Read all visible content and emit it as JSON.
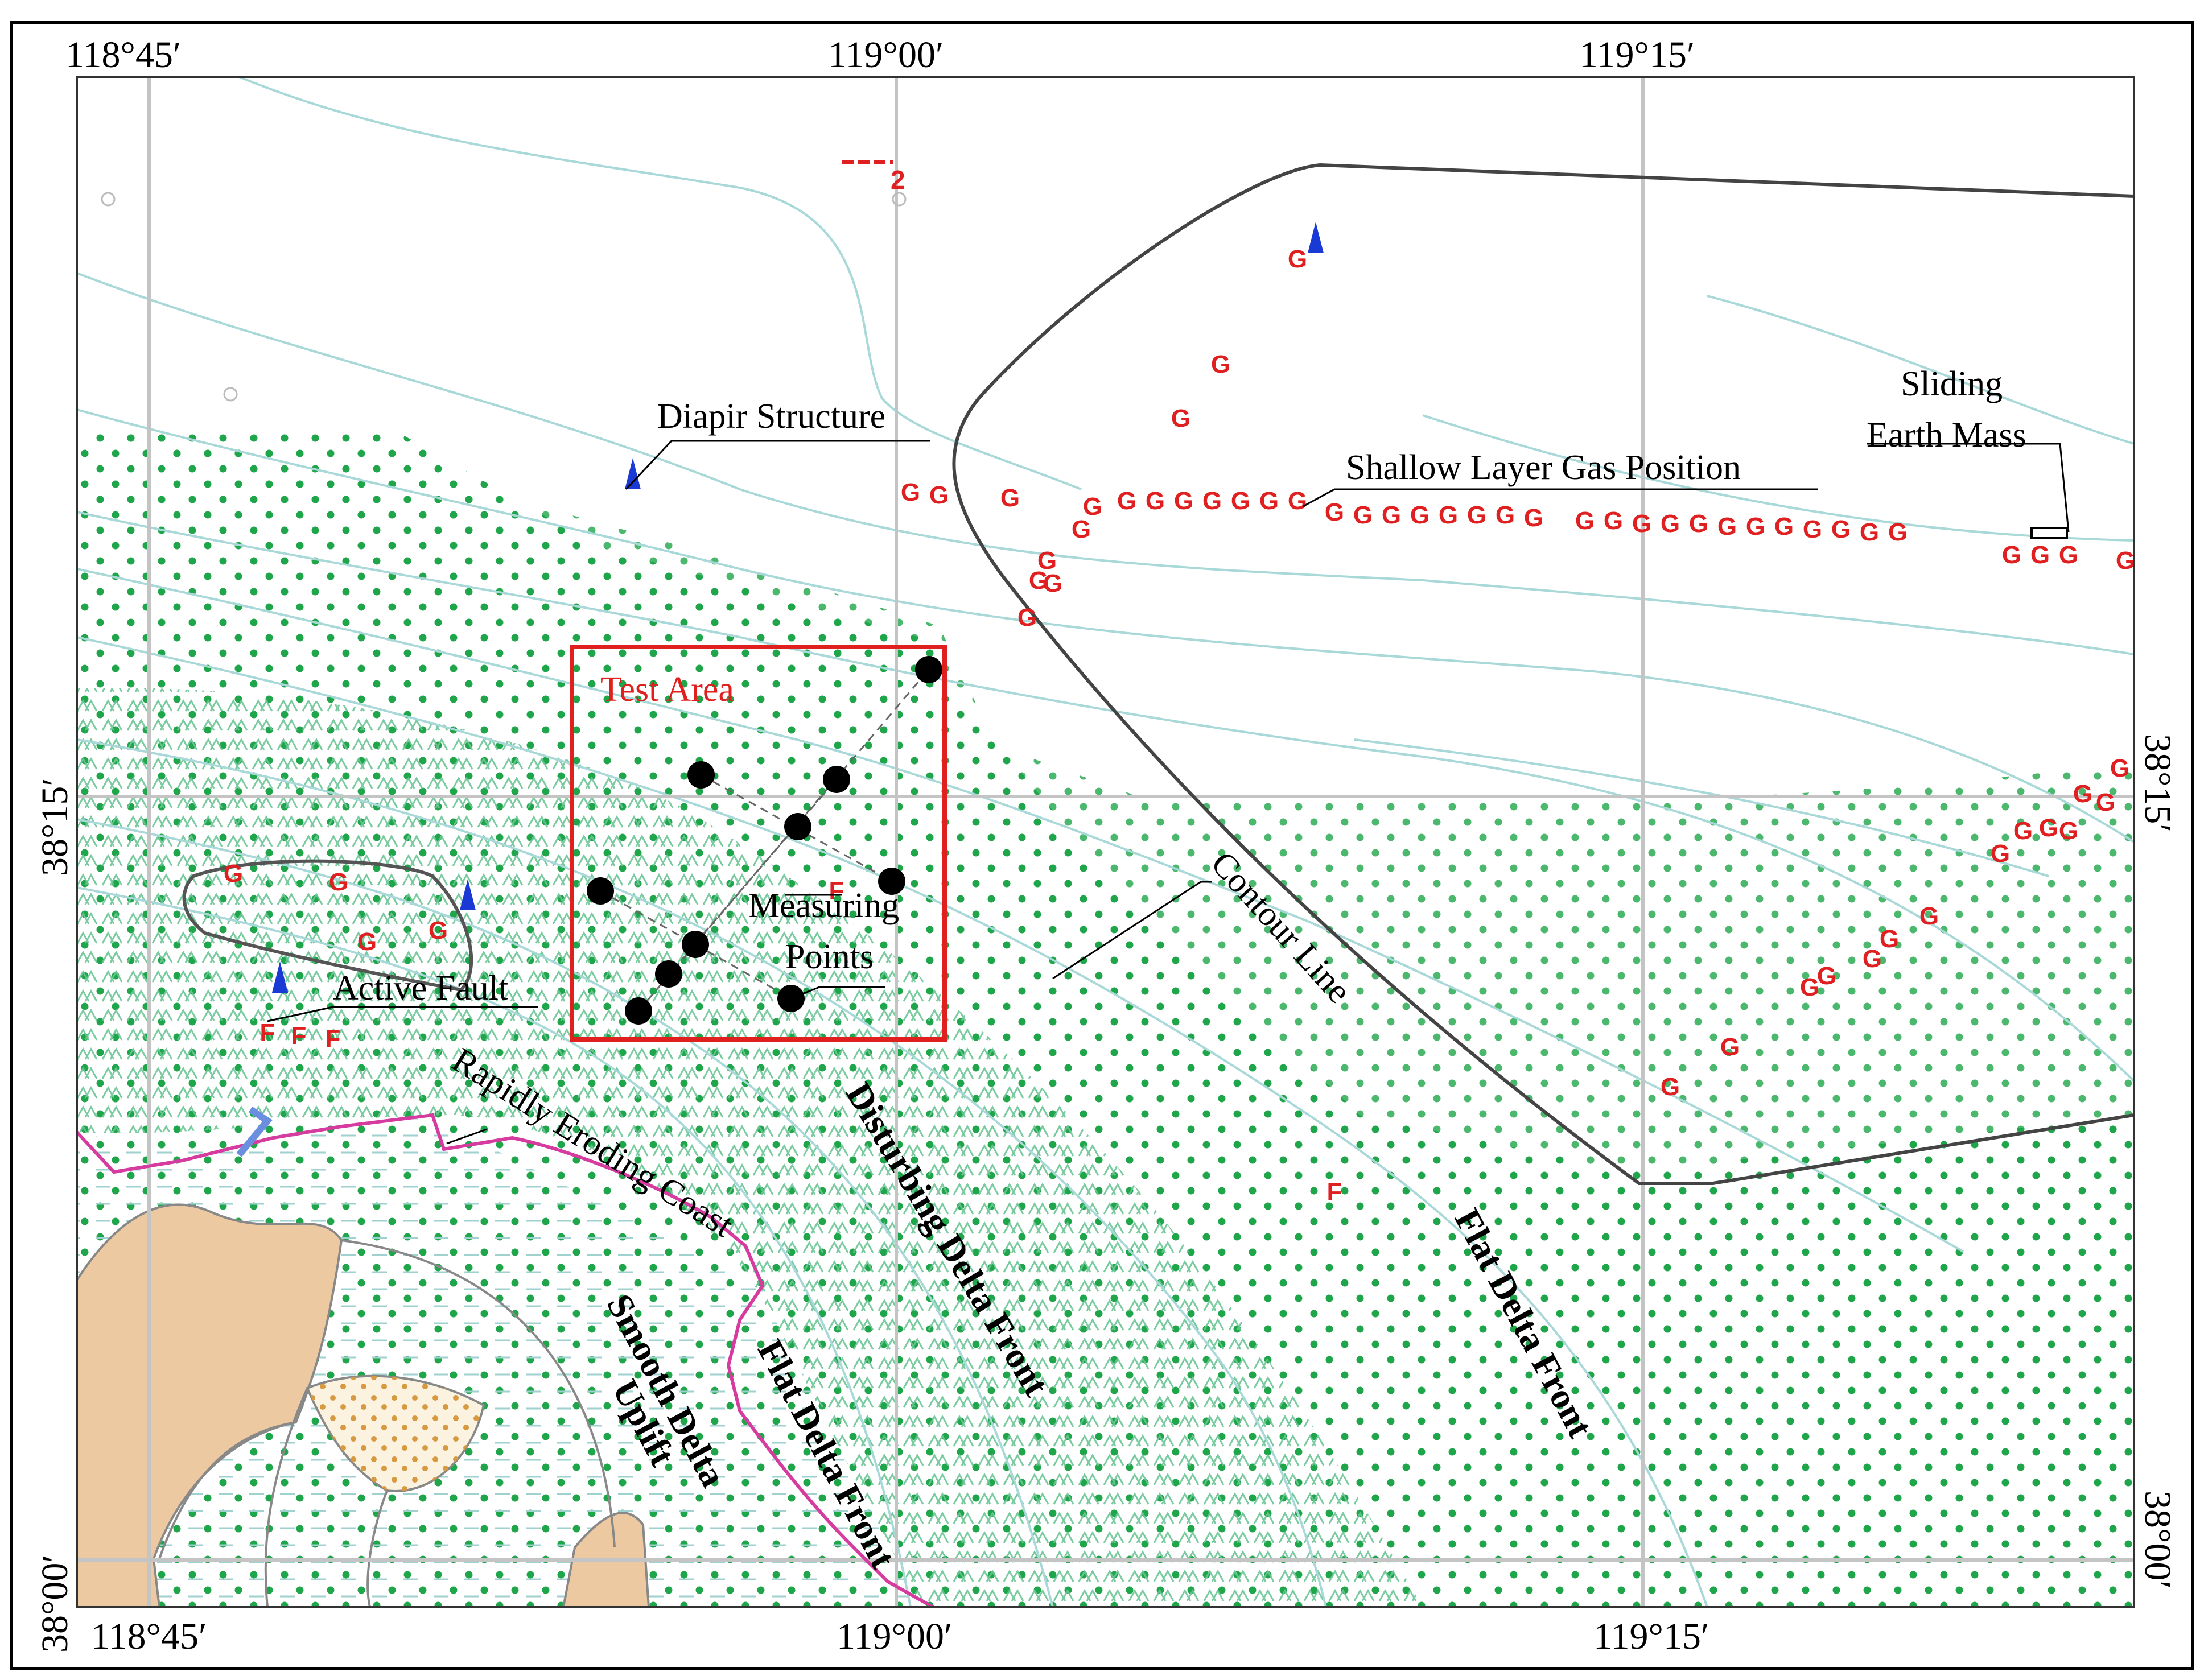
{
  "coordinates": {
    "lon_top": [
      "118°45′",
      "119°00′",
      "119°15′"
    ],
    "lon_bottom": [
      "118°45′",
      "119°00′",
      "119°15′"
    ],
    "lat_left": [
      "38°15′",
      "38°00′"
    ],
    "lat_right": [
      "38°15′",
      "38°00′"
    ]
  },
  "labels": {
    "test_area": "Test Area",
    "diapir_structure": "Diapir Structure",
    "shallow_layer_gas_position": "Shallow Layer Gas Position",
    "sliding_line1": "Sliding",
    "sliding_line2": "Earth Mass",
    "measuring_line1": "Measuring",
    "measuring_line2": "Points",
    "active_fault": "Active Fault",
    "contour_line": "Contour Line",
    "rapidly_eroding_coast": "Rapidly Eroding Coast",
    "disturbing_delta_front": "Disturbing Delta Front",
    "flat_delta_front_right": "Flat Delta Front",
    "flat_delta_front_left": "Flat Delta Front",
    "smooth_line1": "Smooth Delta",
    "smooth_line2": "Uplift"
  },
  "symbols": {
    "gas": "G",
    "fault": "F",
    "contour_number": "2"
  },
  "colors": {
    "test_area_frame": "#e0201e",
    "gas_marker": "#e02020",
    "dot_fill": "#1fa64a",
    "disturbing_hatch": "#5fbf88",
    "land": "#ecc9a0",
    "coast_line": "#d63b9f",
    "contour": "#a8d8d8",
    "triangle": "#1a3ad6",
    "boundary": "#444444"
  }
}
